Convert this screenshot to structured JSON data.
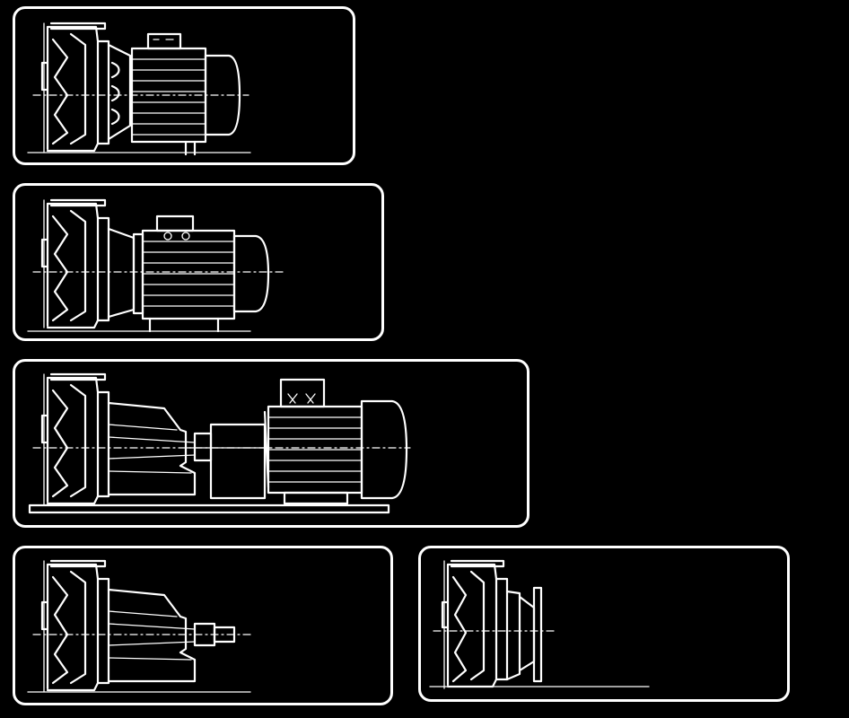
{
  "diagram": {
    "panels": [
      {
        "id": "close-coupled-small",
        "components": [
          "pump-casing",
          "adapter",
          "motor"
        ]
      },
      {
        "id": "close-coupled-lantern",
        "components": [
          "pump-casing",
          "lantern",
          "motor"
        ]
      },
      {
        "id": "baseplate-coupled",
        "components": [
          "pump-casing",
          "bearing-frame",
          "coupling",
          "motor",
          "baseplate"
        ]
      },
      {
        "id": "bare-shaft",
        "components": [
          "pump-casing",
          "bearing-frame",
          "shaft"
        ]
      },
      {
        "id": "flanged-adapter",
        "components": [
          "pump-casing",
          "flange-adapter"
        ]
      }
    ],
    "colors": {
      "background": "#000000",
      "line": "#ffffff"
    }
  }
}
